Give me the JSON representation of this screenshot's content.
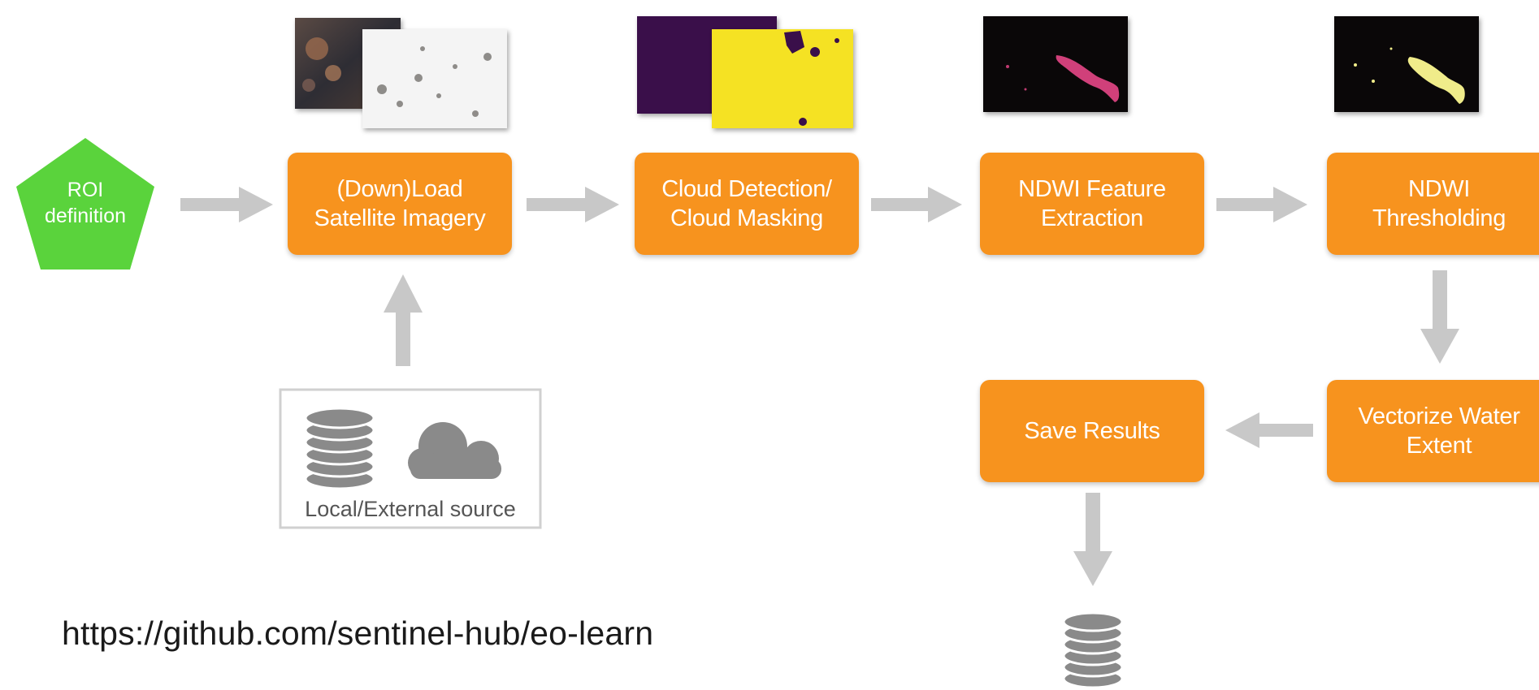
{
  "colors": {
    "step": "#f7931e",
    "start": "#5ad33c",
    "arrow": "#c8c8c8",
    "database": "#8a8a8a",
    "cloud_mask_purple": "#3a0f4a",
    "cloud_mask_yellow": "#f5e223",
    "ndwi_feature": "#d0407a",
    "ndwi_threshold": "#f0ec8a"
  },
  "start": {
    "label": "ROI\ndefinition"
  },
  "steps": {
    "load": "(Down)Load\nSatellite Imagery",
    "cloud": "Cloud Detection/\nCloud Masking",
    "ndwi_feature": "NDWI Feature\nExtraction",
    "ndwi_threshold": "NDWI\nThresholding",
    "vectorize": "Vectorize Water\nExtent",
    "save": "Save Results"
  },
  "source": {
    "label": "Local/External source"
  },
  "icons": {
    "source_database": "database-icon",
    "source_cloud": "cloud-icon",
    "output_database": "database-icon"
  },
  "footer": {
    "url": "https://github.com/sentinel-hub/eo-learn"
  }
}
